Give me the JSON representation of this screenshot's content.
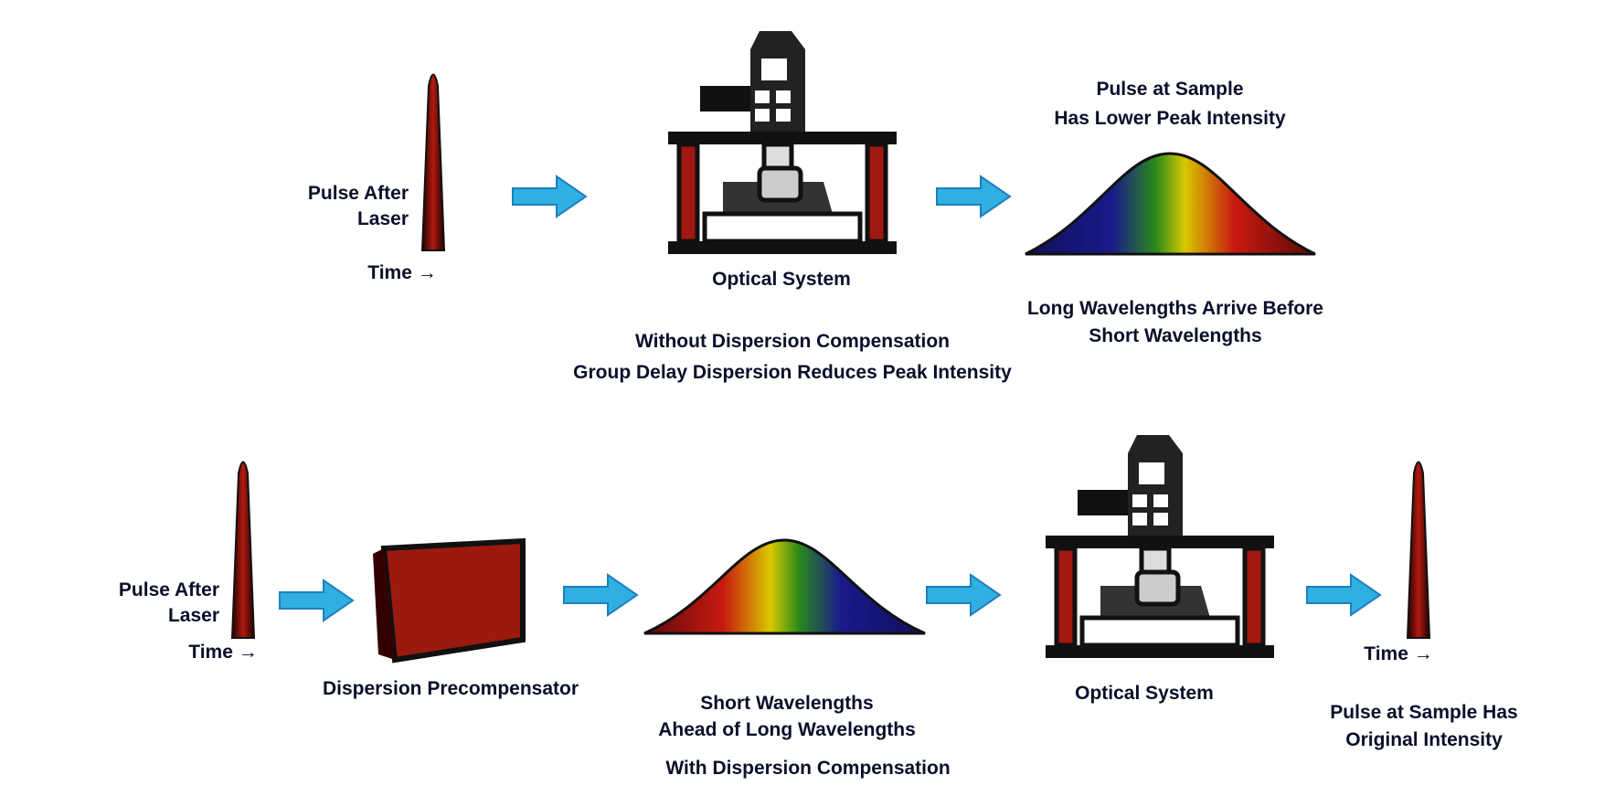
{
  "top_row": {
    "pulse_label": [
      "Pulse After",
      "Laser"
    ],
    "time_label": "Time →",
    "optical_system": "Optical System",
    "caption": [
      "Without Dispersion Compensation",
      "Group Delay Dispersion Reduces Peak Intensity"
    ],
    "sample_label": [
      "Pulse at Sample",
      "Has Lower Peak Intensity"
    ],
    "spectrum_caption": [
      "Long Wavelengths Arrive Before",
      "Short Wavelengths"
    ],
    "spectrum_colors": [
      "#1a1a8c",
      "#2a8a1a",
      "#d8c800",
      "#c81a10"
    ]
  },
  "bottom_row": {
    "pulse_label": [
      "Pulse After",
      "Laser"
    ],
    "time_label": "Time →",
    "precompensator": "Dispersion Precompensator",
    "spectrum_caption": [
      "Short Wavelengths",
      "Ahead of Long Wavelengths"
    ],
    "caption": "With Dispersion Compensation",
    "optical_system": "Optical System",
    "output_time_label": "Time →",
    "output_label": [
      "Pulse at Sample Has",
      "Original Intensity"
    ],
    "spectrum_colors": [
      "#c81a10",
      "#d8c800",
      "#2a8a1a",
      "#1a1a8c"
    ]
  },
  "colors": {
    "arrow": "#2fb0e0",
    "pulse": "#a01810",
    "text": "#0a0f2a"
  }
}
